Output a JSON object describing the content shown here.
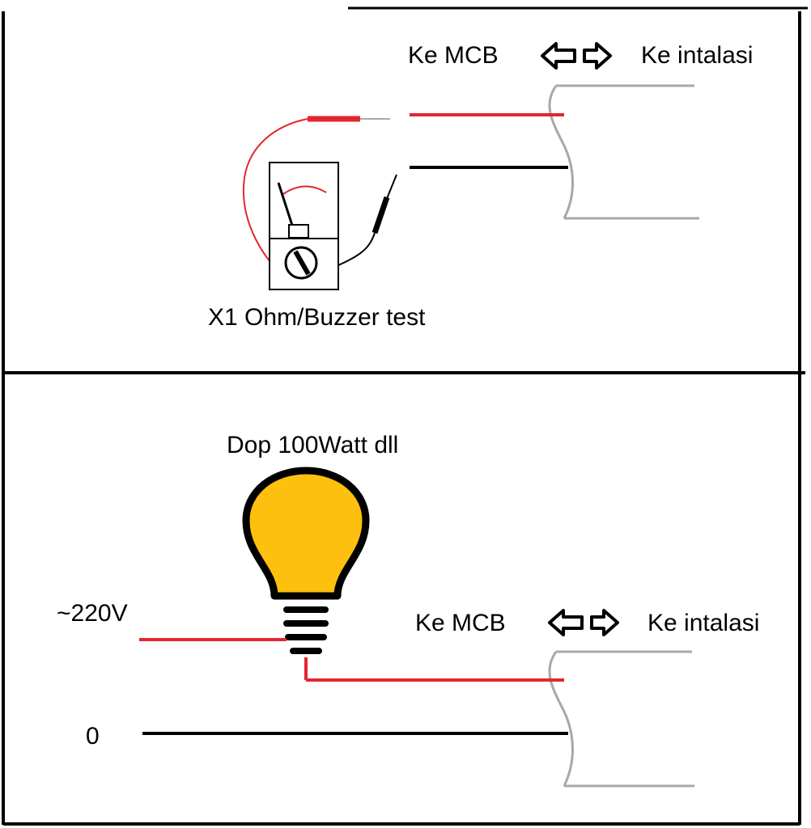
{
  "colors": {
    "frame": "#000000",
    "live_wire": "#e3262e",
    "neutral_wire": "#000000",
    "installation_wire": "#a8a8a8",
    "bulb_fill": "#fdc00e"
  },
  "top_panel": {
    "label_mcb": "Ke MCB",
    "label_installation": "Ke intalasi",
    "meter_caption": "X1 Ohm/Buzzer test",
    "arrows_icon": "left-right-arrows",
    "meter_icon": "analog-multimeter"
  },
  "bottom_panel": {
    "lamp_caption": "Dop 100Watt dll",
    "label_voltage": "~220V",
    "label_zero": "0",
    "label_mcb": "Ke MCB",
    "label_installation": "Ke intalasi",
    "arrows_icon": "left-right-arrows",
    "lamp_icon": "light-bulb"
  }
}
